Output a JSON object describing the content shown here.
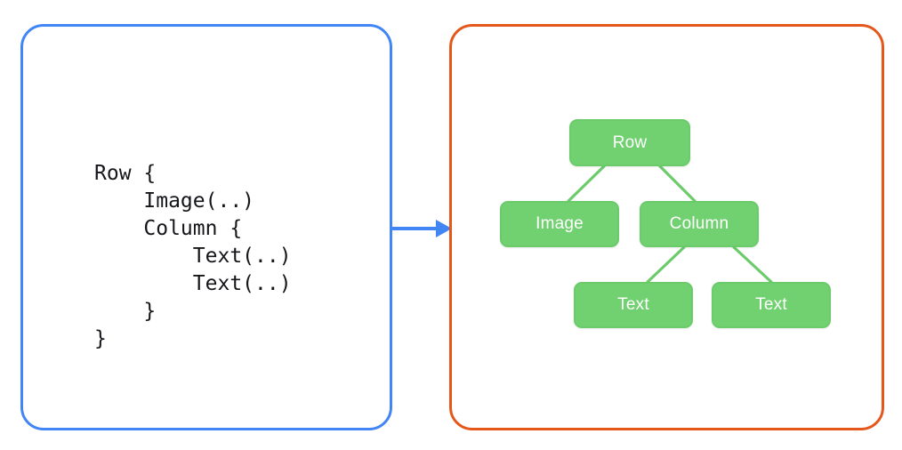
{
  "colors": {
    "code_panel_border": "#4285f4",
    "tree_panel_border": "#e4581c",
    "node_fill": "#71d171",
    "node_border": "#6bcb6b",
    "node_text": "#ffffff",
    "edge": "#6bcb6b",
    "arrow": "#4285f4",
    "code_text": "#15161a",
    "background": "#ffffff"
  },
  "code_panel": {
    "code": "Row {\n    Image(..)\n    Column {\n        Text(..)\n        Text(..)\n    }\n}",
    "lines": [
      "Row {",
      "    Image(..)",
      "    Column {",
      "        Text(..)",
      "        Text(..)",
      "    }",
      "}"
    ]
  },
  "arrow": {
    "direction": "right",
    "label": ""
  },
  "tree_panel": {
    "nodes": [
      {
        "id": "row",
        "label": "Row"
      },
      {
        "id": "image",
        "label": "Image"
      },
      {
        "id": "column",
        "label": "Column"
      },
      {
        "id": "text1",
        "label": "Text"
      },
      {
        "id": "text2",
        "label": "Text"
      }
    ],
    "edges": [
      {
        "from": "row",
        "to": "image"
      },
      {
        "from": "row",
        "to": "column"
      },
      {
        "from": "column",
        "to": "text1"
      },
      {
        "from": "column",
        "to": "text2"
      }
    ]
  }
}
